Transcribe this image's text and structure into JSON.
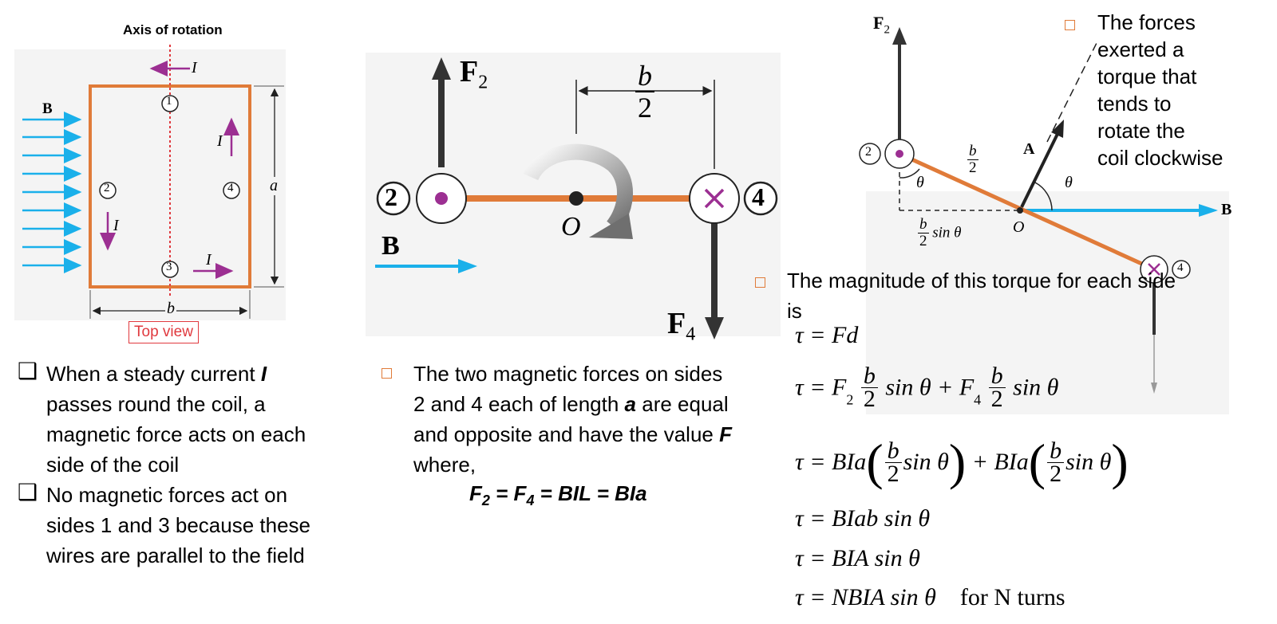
{
  "colors": {
    "coil": "#e07b39",
    "field": "#1ab0ea",
    "current": "#9c2f92",
    "axis": "#e0393e",
    "force": "#333333"
  },
  "left_diagram": {
    "axis_label": "Axis of rotation",
    "top_view_label": "Top view",
    "b_label": "B",
    "current_label": "I",
    "side_a_label": "a",
    "side_b_label": "b",
    "side_numbers": [
      "1",
      "2",
      "3",
      "4"
    ]
  },
  "middle_diagram": {
    "f2_label": "F",
    "f2_sub": "2",
    "f4_label": "F",
    "f4_sub": "4",
    "b_label": "B",
    "o_label": "O",
    "b_half_num": "b",
    "b_half_den": "2",
    "side_2": "2",
    "side_4": "4"
  },
  "right_diagram": {
    "f2_label": "F",
    "f2_sub": "2",
    "a_label": "A",
    "b_label": "B",
    "o_label": "O",
    "theta": "θ",
    "b_half_num": "b",
    "b_half_den": "2",
    "sin_theta": "sin θ",
    "side_2": "2",
    "side_4": "4"
  },
  "left_bullets": [
    {
      "parts": [
        "When a steady current ",
        "I",
        " passes round the coil, a magnetic force acts on each side of the coil"
      ]
    },
    {
      "parts": [
        "No magnetic forces act on sides 1 and 3 because these wires are parallel to the field"
      ]
    }
  ],
  "middle_bullet": {
    "t1": "The two magnetic forces on sides 2 and 4 each of length ",
    "a": "a",
    "t2": " are equal and opposite and have the value ",
    "F": "F",
    "t3": " where,",
    "formula": "F2 = F4 = BIL = BIa",
    "f_F": "F",
    "f_2": "2",
    "f_eq1": " = ",
    "f_F4": "F",
    "f_4": "4",
    "f_rest": " = BIL = BIa"
  },
  "right_top_bullet": {
    "text": "The forces exerted a torque that tends to rotate the coil clockwise",
    "lines": [
      "The forces",
      "exerted a",
      "torque that",
      "tends to",
      "rotate the",
      "coil clockwise"
    ]
  },
  "right_bullet": {
    "line1": "The magnitude of this torque for each side",
    "line2": "is"
  },
  "equations": {
    "tau": "τ",
    "eq1": "= Fd",
    "eq2_a": "= F",
    "eq2_sub2": "2",
    "eq2_sin": "sin θ + F",
    "eq2_sub4": "4",
    "eq2_sin2": "sin θ",
    "eq3_a": "= BIa",
    "eq3_sin": "sin θ",
    "eq3_plus": " + BIa",
    "eq4": "= BIab sin θ",
    "eq5": "= BIA sin θ",
    "eq6": "= NBIA sin θ",
    "eq6_note": "for N turns",
    "frac_num": "b",
    "frac_den": "2"
  }
}
